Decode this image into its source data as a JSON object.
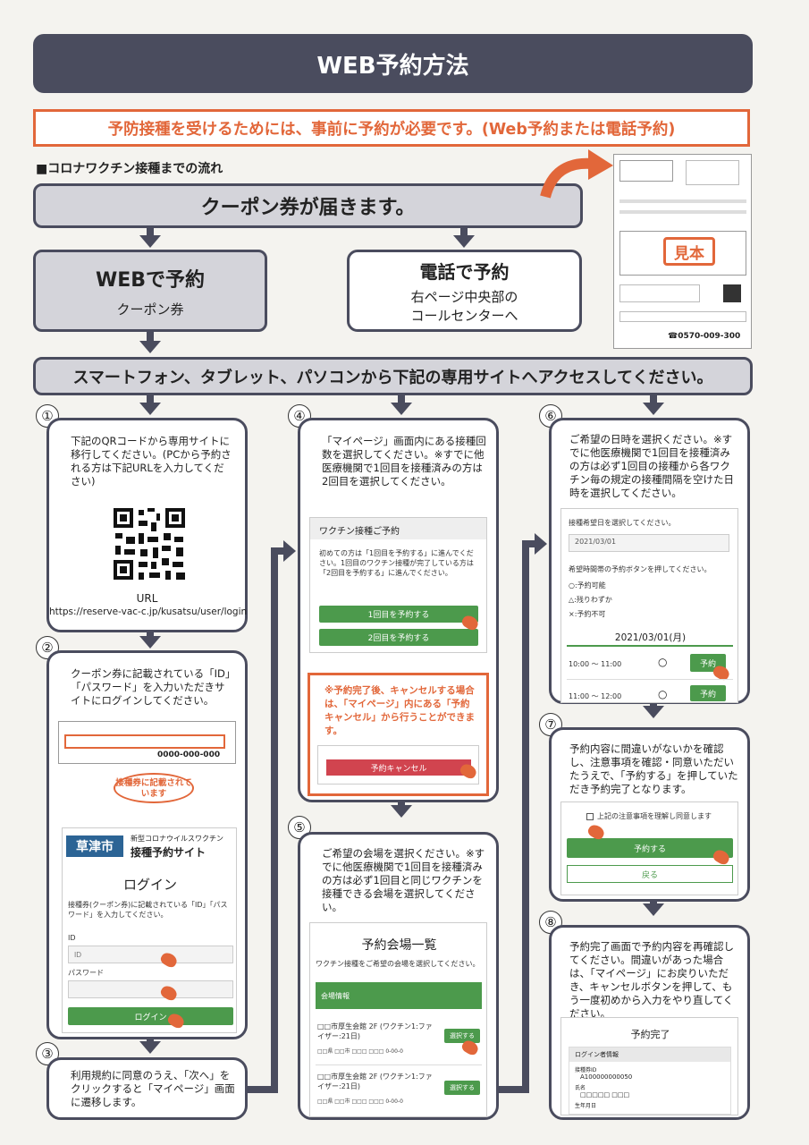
{
  "title": "WEB予約方法",
  "notice": "予防接種を受けるためには、事前に予約が必要です。(Web予約または電話予約)",
  "flow_heading": "■コロナワクチン接種までの流れ",
  "coupon_arrives": "クーポン券が届きます。",
  "web_booking": {
    "title": "WEBで予約",
    "sub": "クーポン券"
  },
  "phone_booking": {
    "title": "電話で予約",
    "sub1": "右ページ中央部の",
    "sub2": "コールセンターへ"
  },
  "sample_label": "見本",
  "sample_phone": "☎0570-009-300",
  "access_banner": "スマートフォン、タブレット、パソコンから下記の専用サイトへアクセスしてください。",
  "step1": {
    "num": "①",
    "text": "下記のQRコードから専用サイトに移行してください。(PCから予約される方は下記URLを入力してください)",
    "url_label": "URL",
    "url": "https://reserve-vac-c.jp/kusatsu/user/login"
  },
  "step2": {
    "num": "②",
    "text": "クーポン券に記載されている「ID」「パスワード」を入力いただきサイトにログインしてください。",
    "callout": "接種券に記載されています",
    "coupon_number": "0000-000-000",
    "city": "草津市",
    "site_sub": "新型コロナウイルスワクチン",
    "site_title": "接種予約サイト",
    "login_heading": "ログイン",
    "login_desc": "接種券(クーポン券)に記載されている「ID」「パスワード」を入力してください。",
    "id_label": "ID",
    "id_placeholder": "ID",
    "password_label": "パスワード",
    "login_button": "ログイン"
  },
  "step3": {
    "num": "③",
    "text": "利用規約に同意のうえ、「次へ」をクリックすると「マイページ」画面に遷移します。"
  },
  "step4": {
    "num": "④",
    "text": "「マイページ」画面内にある接種回数を選択してください。※すでに他医療機関で1回目を接種済みの方は2回目を選択してください。",
    "panel_title": "ワクチン接種ご予約",
    "panel_desc": "初めての方は「1回目を予約する」に進んでください。1回目のワクチン接種が完了している方は「2回目を予約する」に進んでください。",
    "btn1": "1回目を予約する",
    "btn2": "2回目を予約する",
    "cancel_note": "※予約完了後、キャンセルする場合は、「マイページ」内にある「予約キャンセル」から行うことができます。",
    "cancel_button": "予約キャンセル"
  },
  "step5": {
    "num": "⑤",
    "text": "ご希望の会場を選択ください。※すでに他医療機関で1回目を接種済みの方は必ず1回目と同じワクチンを接種できる会場を選択してください。",
    "list_title": "予約会場一覧",
    "list_desc": "ワクチン接種をご希望の会場を選択してください。",
    "list_header": "会場情報",
    "venue1": "□□市厚生会館 2F (ワクチン1:ファイザー:21日)",
    "venue1_addr": "□□県 □□市 □□□ □□□ 0-00-0",
    "venue2": "□□市厚生会館 2F (ワクチン1:ファイザー:21日)",
    "venue2_addr": "□□県 □□市 □□□ □□□ 0-00-0",
    "select_button": "選択する"
  },
  "step6": {
    "num": "⑥",
    "text": "ご希望の日時を選択ください。※すでに他医療機関で1回目を接種済みの方は必ず1回目の接種から各ワクチン毎の規定の接種間隔を空けた日時を選択してください。",
    "date_label": "接種希望日を選択してください。",
    "date_value": "2021/03/01",
    "time_label": "希望時間帯の予約ボタンを押してください。",
    "legend1": "○:予約可能",
    "legend2": "△:残りわずか",
    "legend3": "×:予約不可",
    "day_heading": "2021/03/01(月)",
    "slot1": "10:00 ～ 11:00",
    "slot2": "11:00 ～ 12:00",
    "slot_mark": "○",
    "reserve_button": "予約"
  },
  "step7": {
    "num": "⑦",
    "text": "予約内容に間違いがないかを確認し、注意事項を確認・同意いただいたうえで、「予約する」を押していただき予約完了となります。",
    "agree": "上記の注意事項を理解し同意します",
    "submit": "予約する",
    "back": "戻る"
  },
  "step8": {
    "num": "⑧",
    "text": "予約完了画面で予約内容を再確認してください。間違いがあった場合は、「マイページ」にお戻りいただき、キャンセルボタンを押して、もう一度初めから入力をやり直してください。",
    "done_title": "予約完了",
    "info_header": "ログイン者情報",
    "field1_label": "接種券ID",
    "field1_value": "A100000000050",
    "field2_label": "氏名",
    "field2_value": "□□□□□ □□□",
    "field3_label": "生年月日"
  }
}
